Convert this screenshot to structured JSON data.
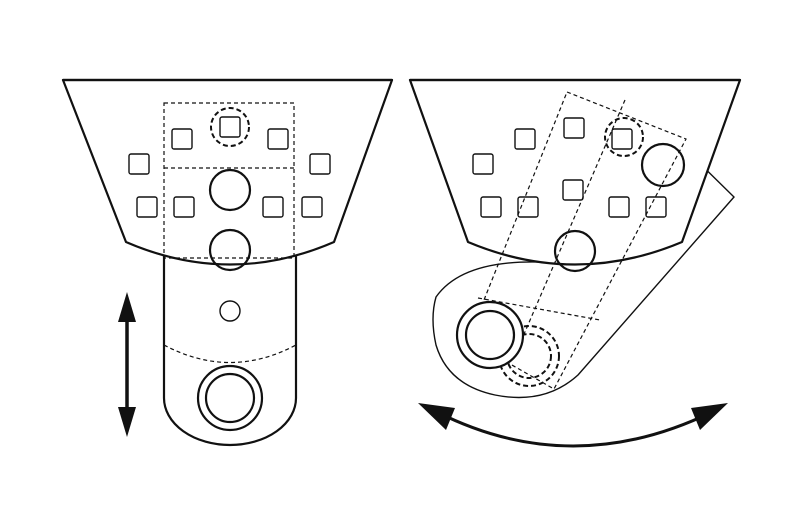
{
  "figure": {
    "background": "#ffffff",
    "stroke": "#111111",
    "panels": [
      {
        "id": "left",
        "motion": "linear-vertical",
        "icon": "double-headed-vertical-arrow"
      },
      {
        "id": "right",
        "motion": "rotational",
        "icon": "double-headed-curved-arrow"
      }
    ]
  }
}
